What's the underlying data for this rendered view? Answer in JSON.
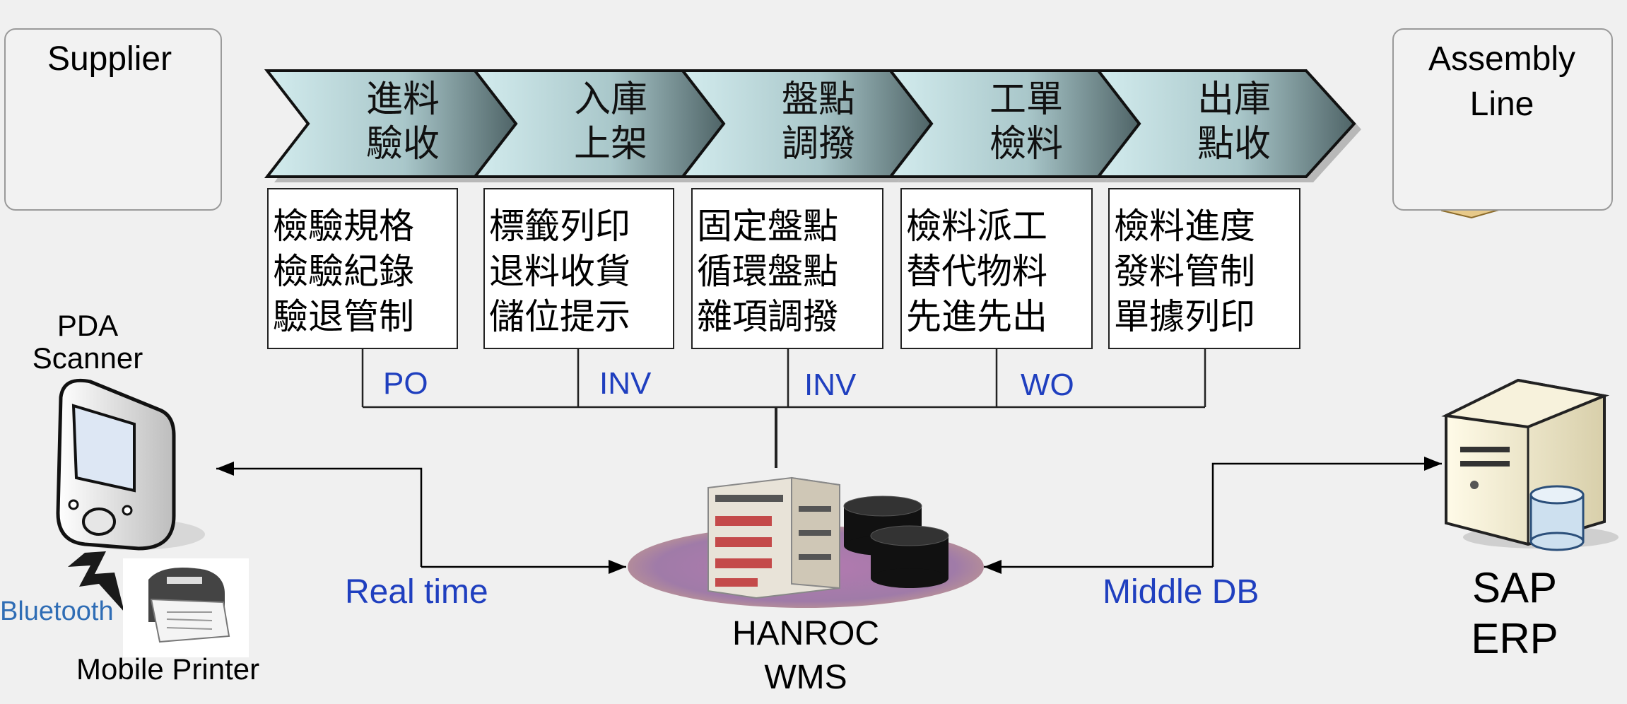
{
  "supplier": {
    "label": "Supplier"
  },
  "assembly": {
    "line1": "Assembly",
    "line2": "Line"
  },
  "stages": [
    {
      "line1": "進料",
      "line2": "驗收",
      "functions": [
        "檢驗規格",
        "檢驗紀錄",
        "驗退管制"
      ]
    },
    {
      "line1": "入庫",
      "line2": "上架",
      "functions": [
        "標籤列印",
        "退料收貨",
        "儲位提示"
      ]
    },
    {
      "line1": "盤點",
      "line2": "調撥",
      "functions": [
        "固定盤點",
        "循環盤點",
        "雜項調撥"
      ]
    },
    {
      "line1": "工單",
      "line2": "檢料",
      "functions": [
        "檢料派工",
        "替代物料",
        "先進先出"
      ]
    },
    {
      "line1": "出庫",
      "line2": "點收",
      "functions": [
        "檢料進度",
        "發料管制",
        "單據列印"
      ]
    }
  ],
  "links": [
    "PO",
    "INV",
    "INV",
    "WO"
  ],
  "pda": {
    "line1": "PDA",
    "line2": "Scanner"
  },
  "bluetooth": "Bluetooth",
  "printer": "Mobile Printer",
  "realtime": "Real time",
  "wms": {
    "line1": "HANROC",
    "line2": "WMS"
  },
  "middledb": "Middle DB",
  "erp": {
    "line1": "SAP",
    "line2": "ERP"
  },
  "colors": {
    "arrow_light": "#c6e3e6",
    "arrow_dark": "#55696c",
    "link_text": "#1f3fbf",
    "bluetooth_text": "#2f6db5"
  }
}
